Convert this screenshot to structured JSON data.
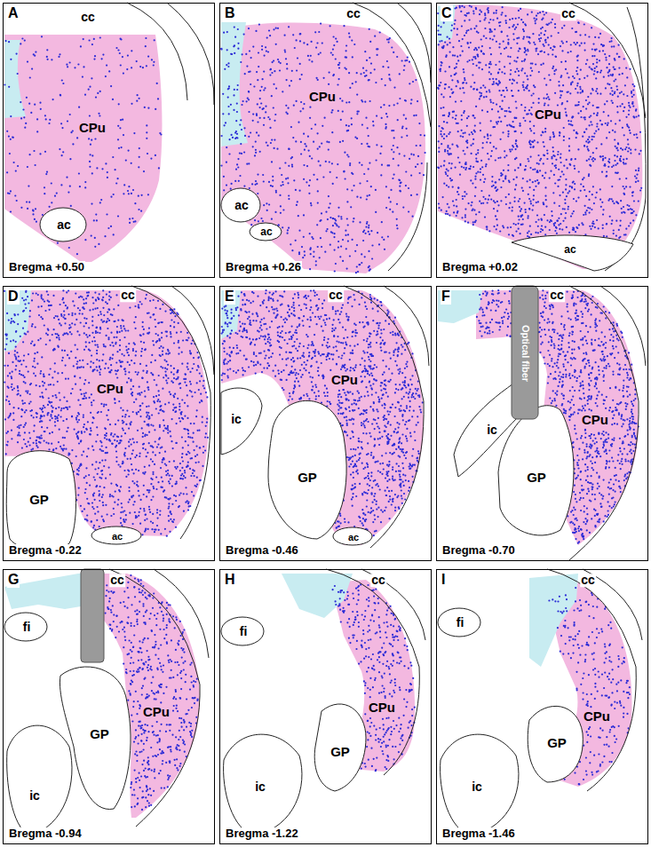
{
  "diagram": {
    "nodes": [
      {
        "text": [
          "A",
          "cc",
          "CPu",
          "ac",
          "Bregma +0.50"
        ]
      },
      {
        "text": [
          "B",
          "cc",
          "CPu",
          "ac",
          "ac",
          "Bregma +0.26"
        ]
      },
      {
        "text": [
          "C",
          "cc",
          "CPu",
          "ac",
          "Bregma +0.02"
        ]
      },
      {
        "text": [
          "D",
          "cc",
          "CPu",
          "GP",
          "ac",
          "Bregma -0.22"
        ]
      },
      {
        "text": [
          "E",
          "cc",
          "CPu",
          "ic",
          "GP",
          "ac",
          "Bregma -0.46"
        ]
      },
      {
        "text": [
          "F",
          "Optical fiber",
          "cc",
          "CPu",
          "ic",
          "GP",
          "Bregma -0.70"
        ]
      },
      {
        "text": [
          "G",
          "cc",
          "fi",
          "CPu",
          "GP",
          "ic",
          "Bregma -0.94"
        ]
      },
      {
        "text": [
          "H",
          "cc",
          "fi",
          "CPu",
          "GP",
          "ic",
          "Bregma -1.22"
        ]
      },
      {
        "text": [
          "I",
          "cc",
          "fi",
          "CPu",
          "GP",
          "ic",
          "Bregma -1.46"
        ]
      }
    ]
  }
}
